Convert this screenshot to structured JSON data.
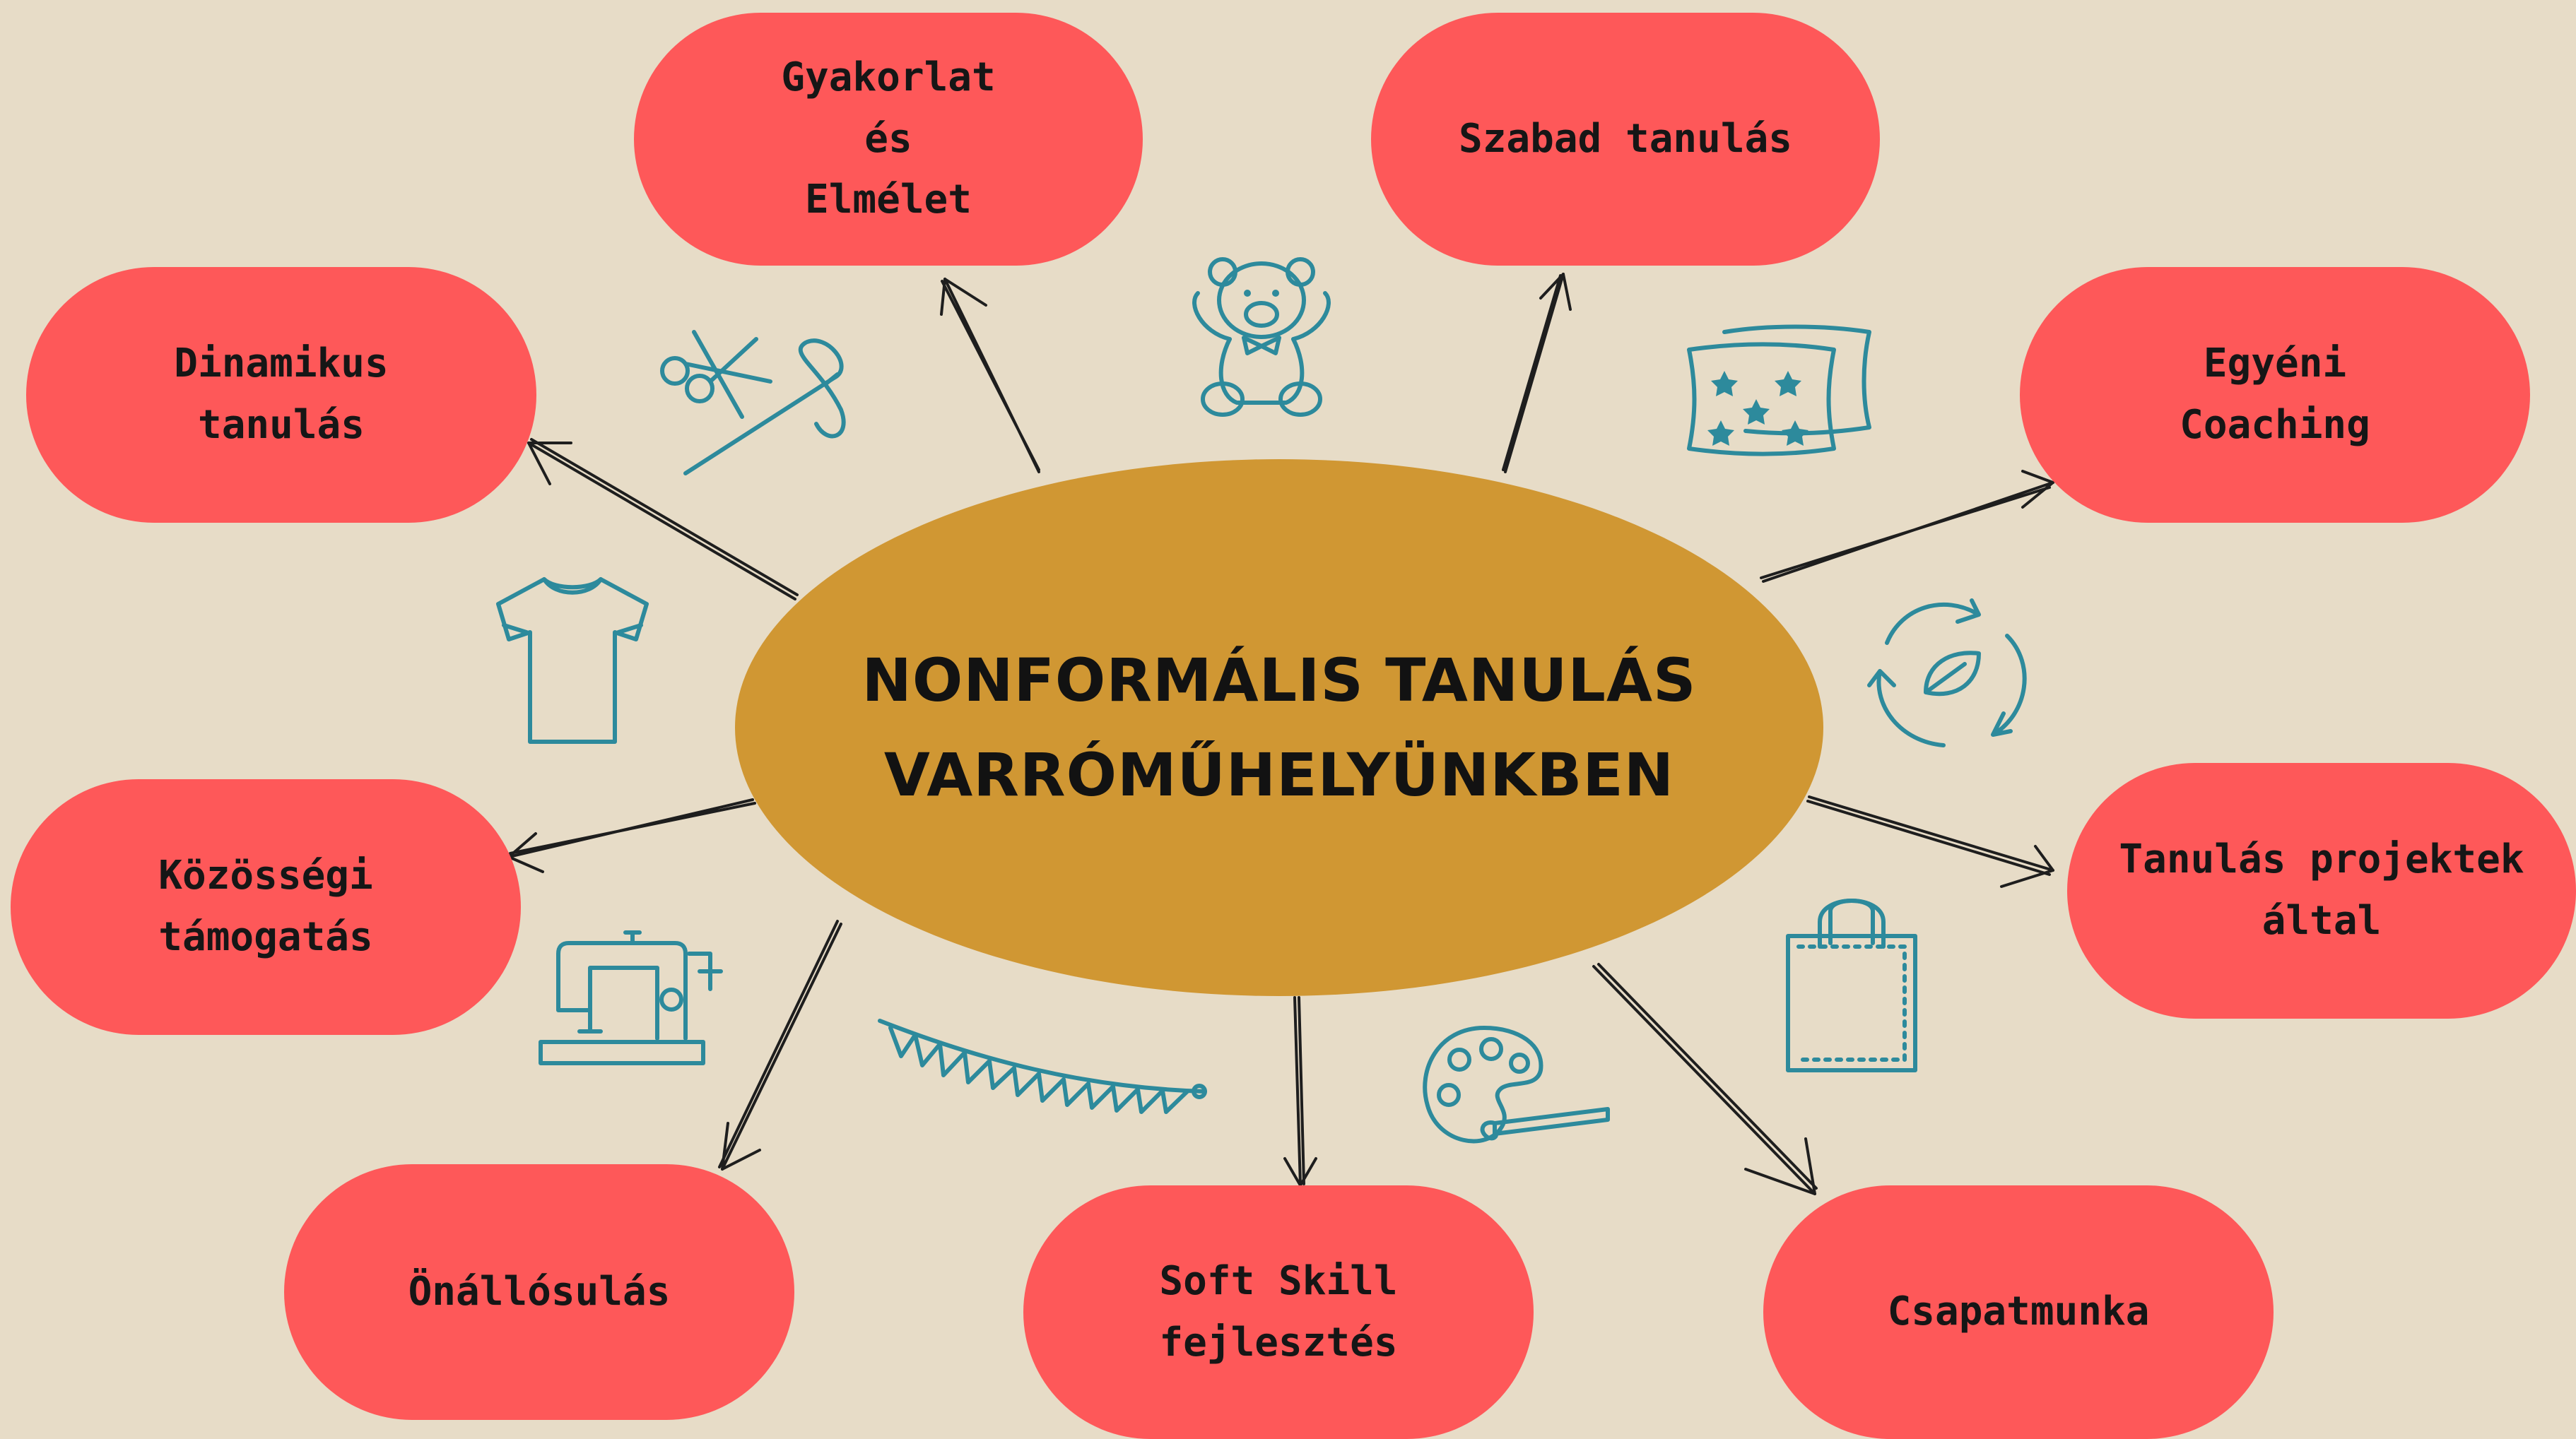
{
  "center": {
    "title": "NONFORMÁLIS TANULÁS\nVARRÓMŰHELYÜNKBEN"
  },
  "nodes": {
    "gyakorlat": "Gyakorlat\nés\nElmélet",
    "szabad": "Szabad tanulás",
    "dinamikus": "Dinamikus\ntanulás",
    "egyeni": "Egyéni\nCoaching",
    "kozossegi": "Közösségi\ntámogatás",
    "projektek": "Tanulás projektek\náltal",
    "onallosulas": "Önállósulás",
    "softskill": "Soft Skill\nfejlesztés",
    "csapatmunka": "Csapatmunka"
  },
  "icons": [
    "scissors-needle-icon",
    "teddy-bear-icon",
    "pillows-icon",
    "tshirt-icon",
    "recycle-leaf-icon",
    "sewing-machine-icon",
    "bunting-icon",
    "palette-icon",
    "shopping-bag-icon"
  ],
  "colors": {
    "background": "#e7dcc7",
    "pill": "#fe5859",
    "center": "#d09733",
    "icon_stroke": "#2d8a9c",
    "text": "#161616"
  }
}
